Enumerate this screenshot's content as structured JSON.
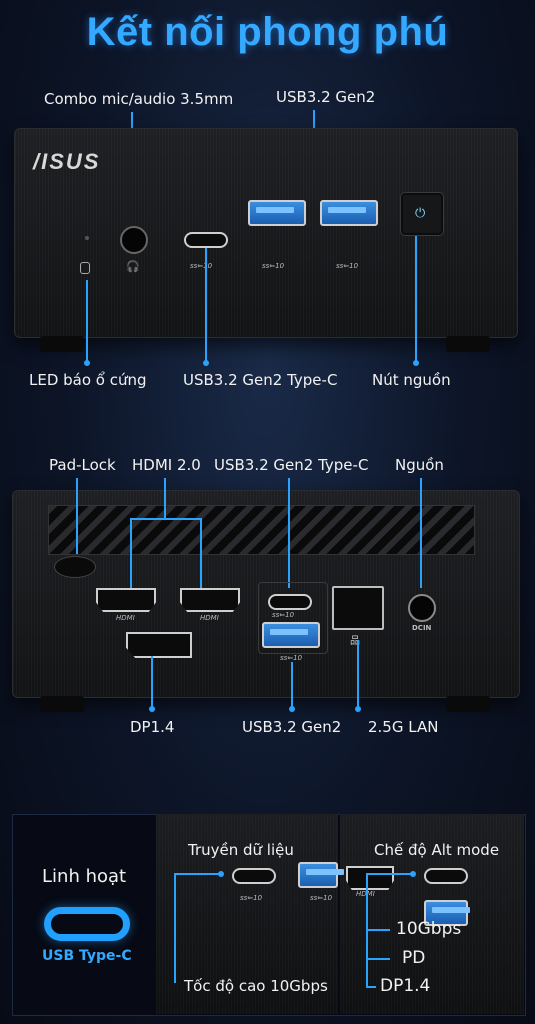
{
  "title": "Kết nối phong phú",
  "front": {
    "brand": "/ISUS",
    "labels": {
      "combo_audio": "Combo mic/audio 3.5mm",
      "usb_gen2": "USB3.2 Gen2",
      "led": "LED báo ổ cứng",
      "usb_typec": "USB3.2 Gen2 Type-C",
      "power_button": "Nút nguồn"
    },
    "port_marks": {
      "ss10": "ss⇐10"
    }
  },
  "rear": {
    "labels": {
      "padlock": "Pad-Lock",
      "hdmi": "HDMI 2.0",
      "usb_typec": "USB3.2 Gen2 Type-C",
      "power": "Nguồn",
      "dp": "DP1.4",
      "usb_gen2": "USB3.2 Gen2",
      "lan": "2.5G LAN"
    },
    "port_marks": {
      "hdmi": "HDMI",
      "dcin": "DCIN",
      "ss10": "ss⇐10"
    }
  },
  "bottom": {
    "flex_label": "Linh hoạt",
    "usbc_label": "USB Type-C",
    "data_transfer": "Truyền dữ liệu",
    "speed": "Tốc độ cao 10Gbps",
    "alt_mode": "Chế độ Alt mode",
    "features": [
      "10Gbps",
      "PD",
      "DP1.4"
    ],
    "hdmi_mark": "HDMI"
  },
  "colors": {
    "accent": "#2aa3ff",
    "title": "#33aaff"
  }
}
